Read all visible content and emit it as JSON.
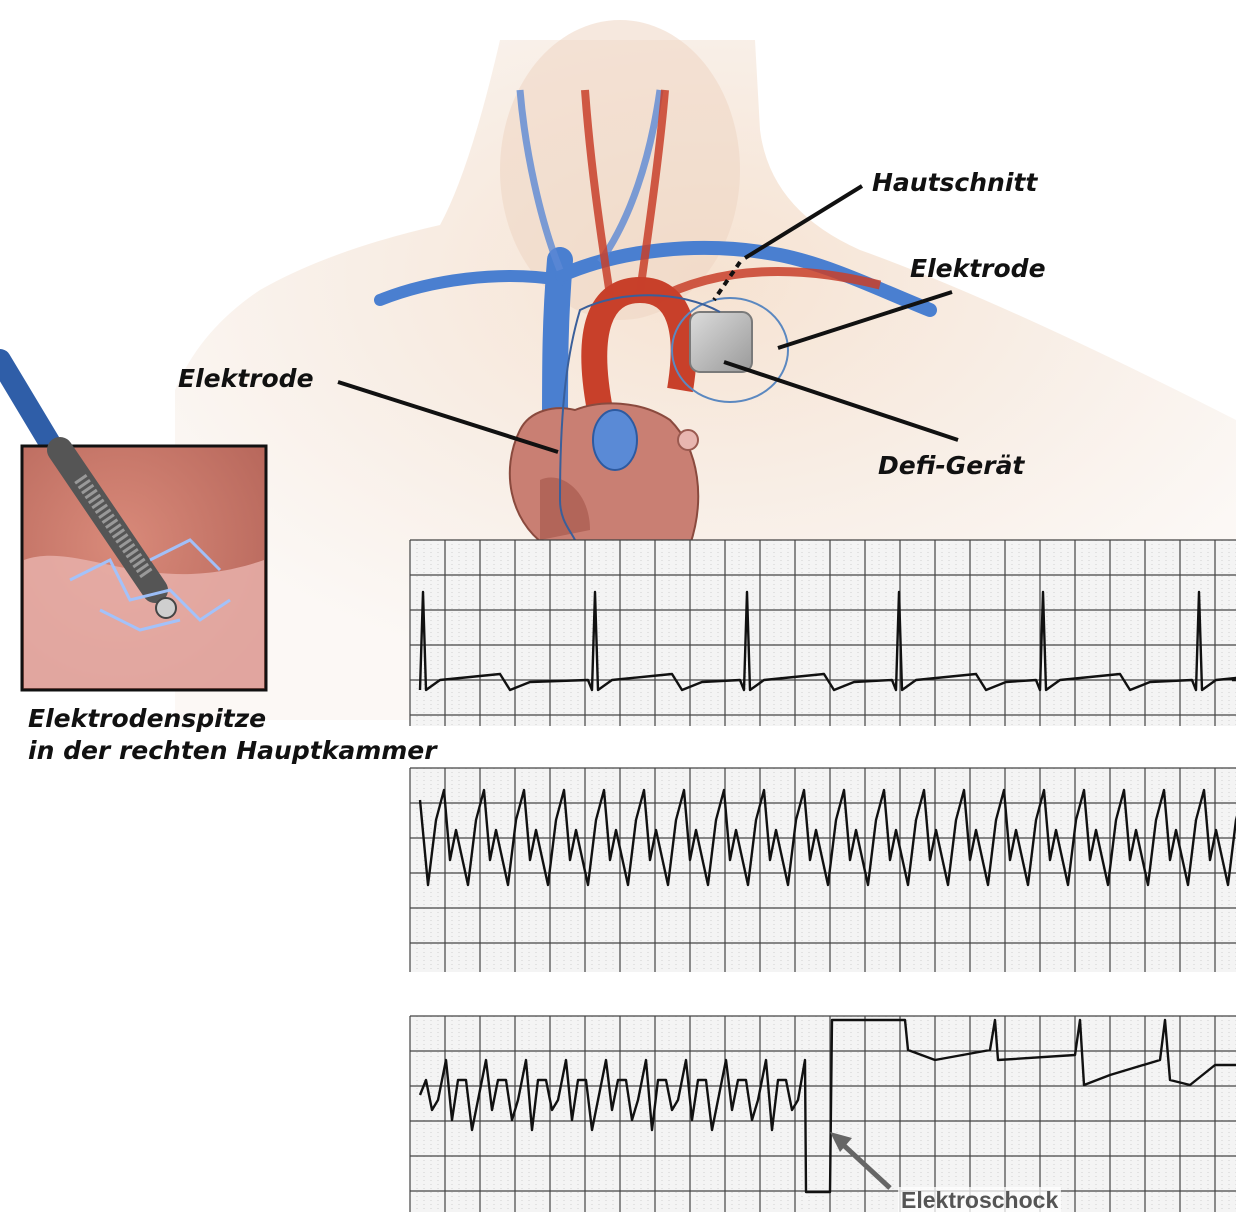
{
  "labels": {
    "hautschnitt": "Hautschnitt",
    "elektrode_right": "Elektrode",
    "elektrode_left": "Elektrode",
    "defi_geraet": "Defi-Gerät",
    "tip_line1": "Elektrodenspitze",
    "tip_line2": "in der rechten Hauptkammer",
    "elektroschock": "Elektroschock"
  },
  "colors": {
    "skin": "#f3dcc6",
    "vein": "#4a7fd0",
    "artery": "#c8402a",
    "heart": "#c97f73",
    "device": "#b9b9b9",
    "ecg_grid": "#444444",
    "ecg_trace": "#111111",
    "label_text": "#111111"
  },
  "ecg_strips": [
    {
      "rhythm": "normal-paced"
    },
    {
      "rhythm": "ventricular-tachycardia"
    },
    {
      "rhythm": "ventricular-fibrillation-then-shock"
    }
  ]
}
